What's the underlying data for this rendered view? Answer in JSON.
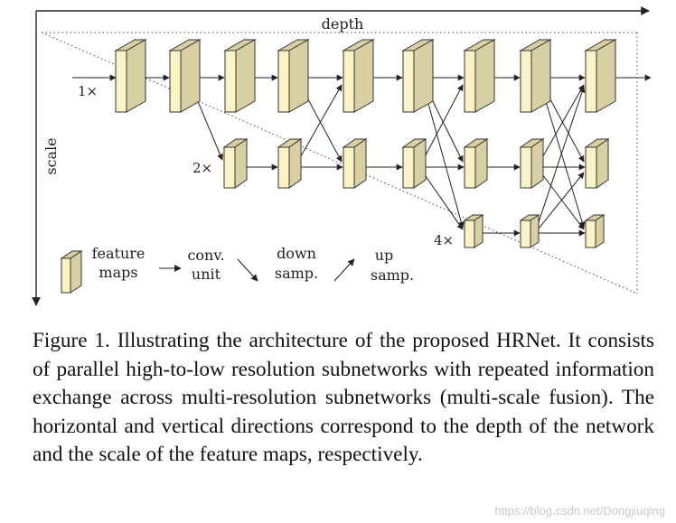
{
  "diagram": {
    "depth_label": "depth",
    "scale_label": "scale",
    "scale_1x": "1×",
    "scale_2x": "2×",
    "scale_4x": "4×",
    "legend": {
      "feature_maps": [
        "feature",
        "maps"
      ],
      "conv_unit": [
        "conv.",
        "unit"
      ],
      "down_samp": [
        "down",
        "samp."
      ],
      "up_samp": [
        "up",
        "samp."
      ]
    },
    "colors": {
      "block_face": "#fbf3c6",
      "block_side": "#d8d0a2",
      "stroke": "#333333"
    }
  },
  "caption": "Figure 1. Illustrating the architecture of the proposed HRNet. It consists of parallel high-to-low resolution subnetworks with repeated information exchange across multi-resolution subnetworks (multi-scale fusion). The horizontal and vertical directions correspond to the depth of the network and the scale of the feature maps, respectively.",
  "watermark": "https://blog.csdn.net/Dongjiuqing"
}
